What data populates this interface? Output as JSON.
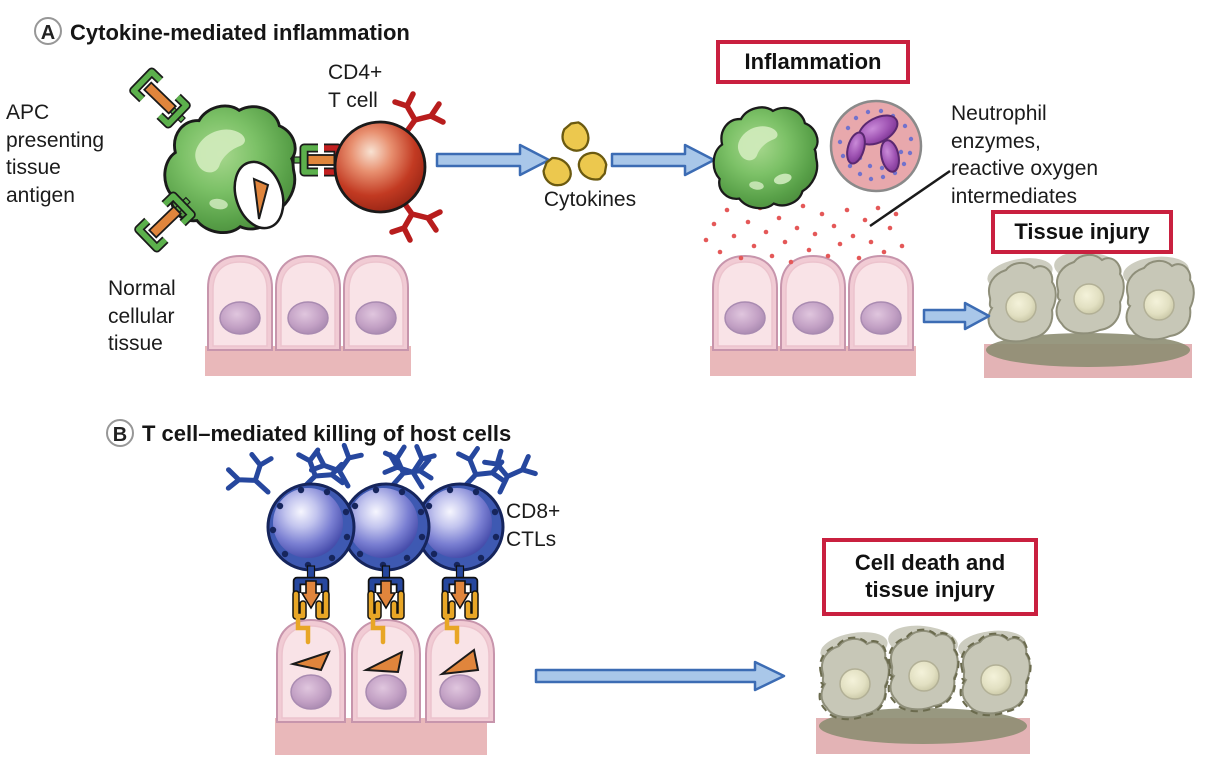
{
  "panelA": {
    "badge": "A",
    "title": "Cytokine-mediated inflammation",
    "apc_label": "APC\npresenting\ntissue\nantigen",
    "cd4_label": "CD4+\nT cell",
    "cytokines_label": "Cytokines",
    "inflammation_box": "Inflammation",
    "neutrophil_label": "Neutrophil\nenzymes,\nreactive oxygen\nintermediates",
    "tissue_injury_box": "Tissue injury",
    "normal_tissue_label": "Normal\ncellular\ntissue"
  },
  "panelB": {
    "badge": "B",
    "title": "T cell–mediated killing of host cells",
    "cd8_label": "CD8+\nCTLs",
    "cell_death_box": "Cell death and\ntissue injury"
  },
  "colors": {
    "box_border": "#c9203f",
    "arrow_fill": "#a9c7e9",
    "arrow_stroke": "#3c6cb4",
    "apc_green": "#58a048",
    "tcell_red": "#b53023",
    "ctl_blue": "#3e59b2",
    "cytokine_yellow": "#ecc84e",
    "neutrophil_pink": "#e8a8ac",
    "tissue_pink": "#f9e3e7",
    "injured_gray": "#c7c7b7"
  }
}
